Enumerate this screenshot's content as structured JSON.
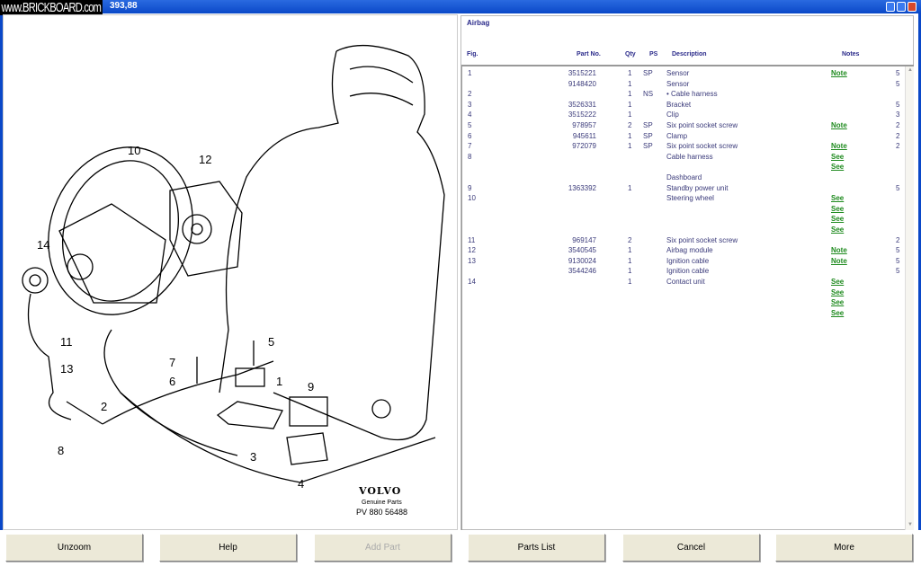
{
  "window": {
    "title": "393,88",
    "watermark": "www.BRICKBOARD.com"
  },
  "diagram": {
    "brand": "VOLVO",
    "subtitle": "Genuine Parts",
    "code": "PV 880 56488",
    "callouts": [
      "1",
      "2",
      "3",
      "4",
      "5",
      "6",
      "7",
      "8",
      "9",
      "10",
      "11",
      "12",
      "13",
      "14"
    ]
  },
  "group_title": "Airbag",
  "columns": {
    "fig": "Fig.",
    "part": "Part No.",
    "qty": "Qty",
    "ps": "PS",
    "desc": "Description",
    "notes": "Notes"
  },
  "rows": [
    {
      "fig": "1",
      "part": "3515221",
      "qty": "1",
      "ps": "SP",
      "desc": "Sensor",
      "note": "Note",
      "cnt": "5"
    },
    {
      "fig": "",
      "part": "9148420",
      "qty": "1",
      "ps": "",
      "desc": "Sensor",
      "note": "",
      "cnt": "5"
    },
    {
      "fig": "2",
      "part": "",
      "qty": "1",
      "ps": "NS",
      "desc": "• Cable harness",
      "note": "",
      "cnt": ""
    },
    {
      "fig": "3",
      "part": "3526331",
      "qty": "1",
      "ps": "",
      "desc": "Bracket",
      "note": "",
      "cnt": "5"
    },
    {
      "fig": "4",
      "part": "3515222",
      "qty": "1",
      "ps": "",
      "desc": "Clip",
      "note": "",
      "cnt": "3"
    },
    {
      "fig": "5",
      "part": "978957",
      "qty": "2",
      "ps": "SP",
      "desc": "Six point socket screw",
      "note": "Note",
      "cnt": "2"
    },
    {
      "fig": "6",
      "part": "945611",
      "qty": "1",
      "ps": "SP",
      "desc": "Clamp",
      "note": "",
      "cnt": "2"
    },
    {
      "fig": "7",
      "part": "972079",
      "qty": "1",
      "ps": "SP",
      "desc": "Six point socket screw",
      "note": "Note",
      "cnt": "2"
    },
    {
      "fig": "8",
      "part": "",
      "qty": "",
      "ps": "",
      "desc": "Cable harness",
      "note": "See",
      "cnt": ""
    },
    {
      "fig": "",
      "part": "",
      "qty": "",
      "ps": "",
      "desc": "",
      "note": "See",
      "cnt": ""
    },
    {
      "fig": "",
      "part": "",
      "qty": "",
      "ps": "",
      "desc": "Dashboard",
      "note": "",
      "cnt": ""
    },
    {
      "fig": "9",
      "part": "1363392",
      "qty": "1",
      "ps": "",
      "desc": "Standby power unit",
      "note": "",
      "cnt": "5"
    },
    {
      "fig": "10",
      "part": "",
      "qty": "",
      "ps": "",
      "desc": "Steering wheel",
      "note": "See",
      "cnt": ""
    },
    {
      "fig": "",
      "part": "",
      "qty": "",
      "ps": "",
      "desc": "",
      "note": "See",
      "cnt": ""
    },
    {
      "fig": "",
      "part": "",
      "qty": "",
      "ps": "",
      "desc": "",
      "note": "See",
      "cnt": ""
    },
    {
      "fig": "",
      "part": "",
      "qty": "",
      "ps": "",
      "desc": "",
      "note": "See",
      "cnt": ""
    },
    {
      "fig": "11",
      "part": "969147",
      "qty": "2",
      "ps": "",
      "desc": "Six point socket screw",
      "note": "",
      "cnt": "2"
    },
    {
      "fig": "12",
      "part": "3540545",
      "qty": "1",
      "ps": "",
      "desc": "Airbag module",
      "note": "Note",
      "cnt": "5"
    },
    {
      "fig": "13",
      "part": "9130024",
      "qty": "1",
      "ps": "",
      "desc": "Ignition cable",
      "note": "Note",
      "cnt": "5"
    },
    {
      "fig": "",
      "part": "3544246",
      "qty": "1",
      "ps": "",
      "desc": "Ignition cable",
      "note": "",
      "cnt": "5"
    },
    {
      "fig": "14",
      "part": "",
      "qty": "1",
      "ps": "",
      "desc": "Contact unit",
      "note": "See",
      "cnt": ""
    },
    {
      "fig": "",
      "part": "",
      "qty": "",
      "ps": "",
      "desc": "",
      "note": "See",
      "cnt": ""
    },
    {
      "fig": "",
      "part": "",
      "qty": "",
      "ps": "",
      "desc": "",
      "note": "See",
      "cnt": ""
    },
    {
      "fig": "",
      "part": "",
      "qty": "",
      "ps": "",
      "desc": "",
      "note": "See",
      "cnt": ""
    }
  ],
  "buttons": [
    "Unzoom",
    "Help",
    "Add Part",
    "Parts List",
    "Cancel",
    "More"
  ],
  "button_enabled": [
    true,
    true,
    false,
    true,
    true,
    true
  ]
}
